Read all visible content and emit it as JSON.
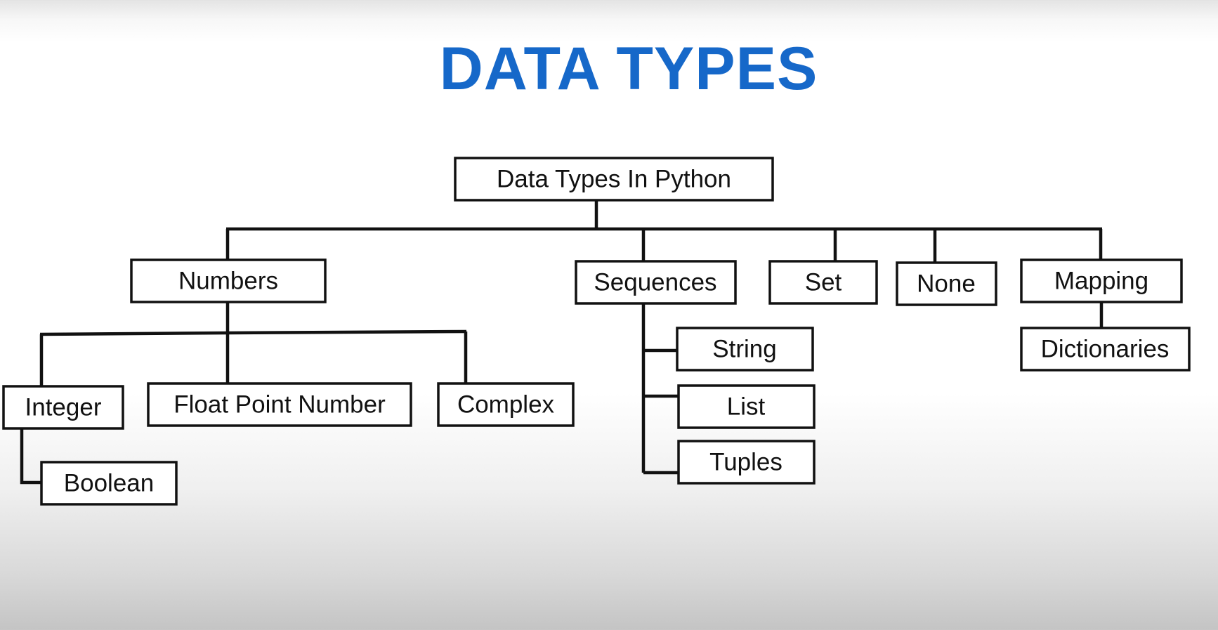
{
  "title": "DATA TYPES",
  "colors": {
    "title": "#1668c9",
    "lines": "#111111",
    "box_fill": "#ffffff"
  },
  "nodes": {
    "root": "Data Types In Python",
    "numbers": "Numbers",
    "sequences": "Sequences",
    "set": "Set",
    "none": "None",
    "mapping": "Mapping",
    "integer": "Integer",
    "float": "Float Point Number",
    "complex": "Complex",
    "boolean": "Boolean",
    "string": "String",
    "list": "List",
    "tuples": "Tuples",
    "dictionaries": "Dictionaries"
  },
  "edges": [
    [
      "root",
      "numbers"
    ],
    [
      "root",
      "sequences"
    ],
    [
      "root",
      "set"
    ],
    [
      "root",
      "none"
    ],
    [
      "root",
      "mapping"
    ],
    [
      "numbers",
      "integer"
    ],
    [
      "numbers",
      "float"
    ],
    [
      "numbers",
      "complex"
    ],
    [
      "integer",
      "boolean"
    ],
    [
      "sequences",
      "string"
    ],
    [
      "sequences",
      "list"
    ],
    [
      "sequences",
      "tuples"
    ],
    [
      "mapping",
      "dictionaries"
    ]
  ]
}
